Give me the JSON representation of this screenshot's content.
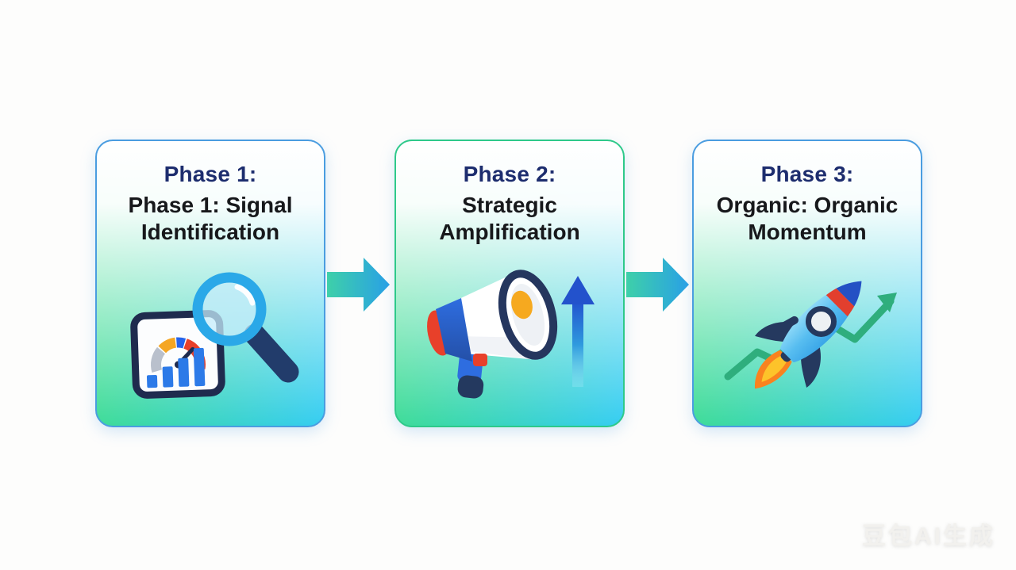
{
  "page": {
    "background_color": "#fdfdfc"
  },
  "flow": {
    "cards": [
      {
        "phase_label": "Phase 1:",
        "title": "Phase 1: Signal Identification",
        "icon": "magnifier-dashboard-icon",
        "border_color": "#4a9de0"
      },
      {
        "phase_label": "Phase 2:",
        "title": "Strategic Amplification",
        "icon": "megaphone-up-arrow-icon",
        "border_color": "#2ec98a"
      },
      {
        "phase_label": "Phase 3:",
        "title": "Organic: Organic Momentum",
        "icon": "rocket-growth-icon",
        "border_color": "#4a9de0"
      }
    ],
    "connector_arrow_count": 2
  },
  "watermark": {
    "text": "豆包AI生成"
  },
  "colors": {
    "card_gradient_top": "#ffffff",
    "card_gradient_bottom_left": "#3edd8e",
    "card_gradient_bottom_right": "#35cdf2",
    "phase_label_color": "#1d2d6e",
    "title_color": "#17181b",
    "connector_arrow_gradient_start": "#3ed0a9",
    "connector_arrow_gradient_end": "#29a0e6",
    "trend_line_green": "#2fae7d",
    "navy_icon_outline": "#25395f"
  }
}
